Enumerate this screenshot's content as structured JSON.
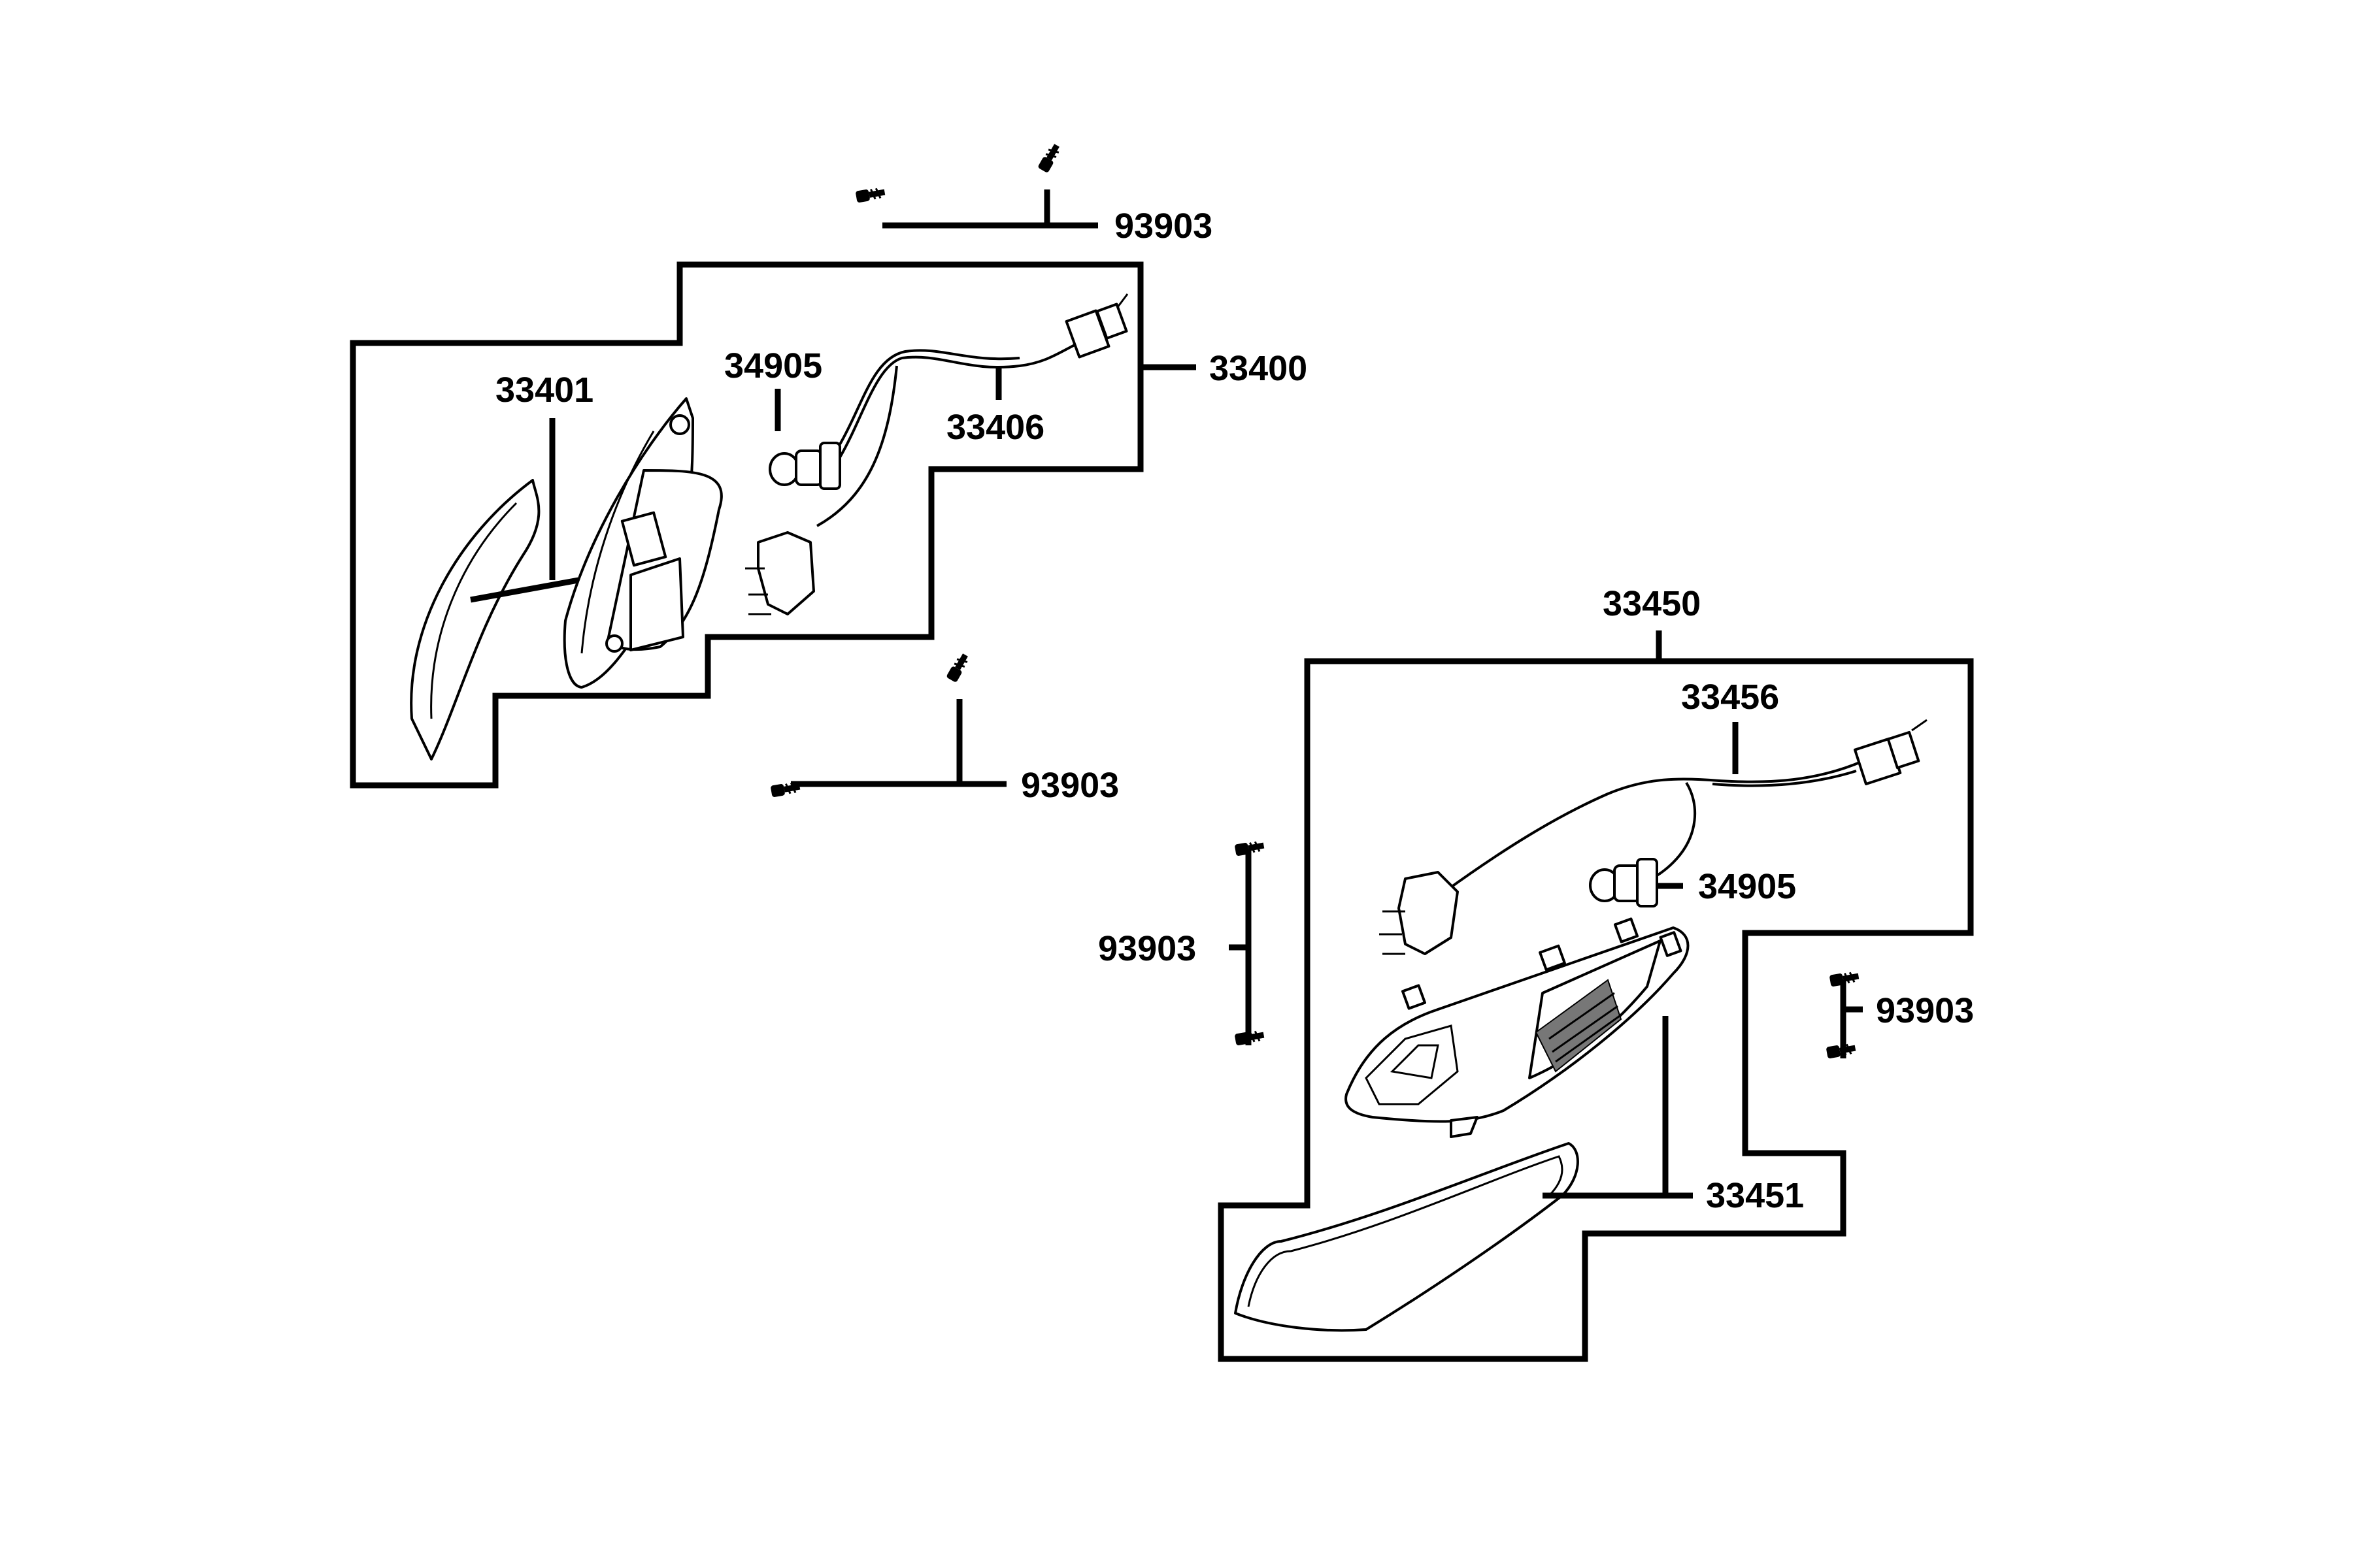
{
  "labels": {
    "screws_top": "93903",
    "screws_left_bottom": "93903",
    "screws_right_left": "93903",
    "screws_right_right": "93903",
    "left_assembly": "33400",
    "left_lens": "33401",
    "left_bulb": "34905",
    "left_harness": "33406",
    "right_assembly": "33450",
    "right_harness": "33456",
    "right_bulb": "34905",
    "right_lens": "33451"
  },
  "icons": [
    "screw-icon",
    "bulb-icon",
    "socket-icon",
    "connector-icon"
  ]
}
